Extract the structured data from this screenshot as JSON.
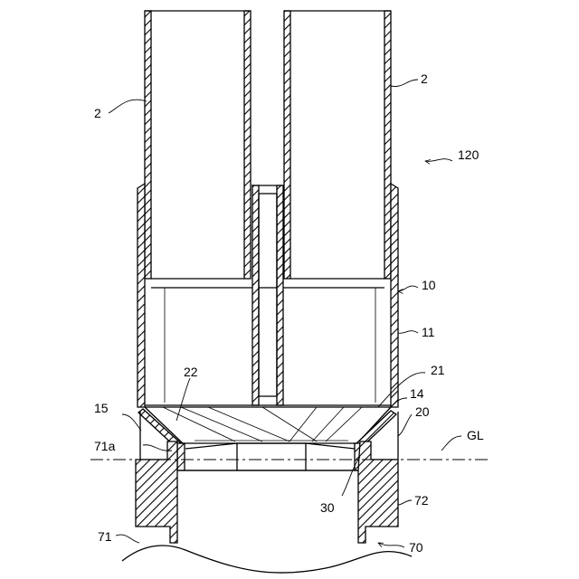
{
  "figure": {
    "reference_numerals": {
      "tube": "2",
      "assembly": "120",
      "holder": "10",
      "holder_wall": "11",
      "bottom_member": "14",
      "holder_flange": "15",
      "cap": "20",
      "cap_top": "21",
      "cap_cone": "22",
      "seal": "30",
      "collar": "71",
      "collar_lip": "71a",
      "outer_ring": "72",
      "base": "70",
      "ground_line": "GL"
    }
  }
}
